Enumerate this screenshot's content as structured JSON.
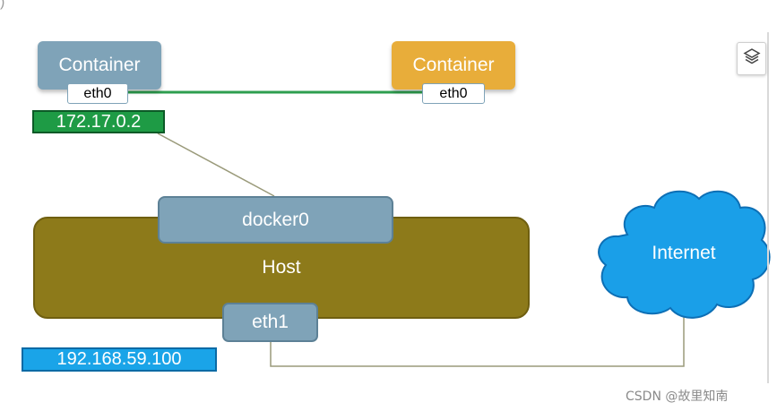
{
  "top_fragment": ")",
  "containers": [
    {
      "label": "Container",
      "interface": "eth0",
      "ip": "172.17.0.2",
      "color": "#7fa3b8"
    },
    {
      "label": "Container",
      "interface": "eth0",
      "color": "#e8ad3a"
    }
  ],
  "host": {
    "label": "Host",
    "bridge": "docker0",
    "interface": "eth1",
    "ip": "192.168.59.100",
    "color": "#8d7a1a"
  },
  "internet": {
    "label": "Internet",
    "color": "#1a9fe8"
  },
  "colors": {
    "link_green": "#2e9e4f",
    "link_gray": "#9a9a7a",
    "ip_green": "#1e9b45",
    "ip_blue": "#1aa4e8"
  },
  "toolbar": {
    "icon": "layers-icon"
  },
  "watermark": "CSDN @故里知南"
}
